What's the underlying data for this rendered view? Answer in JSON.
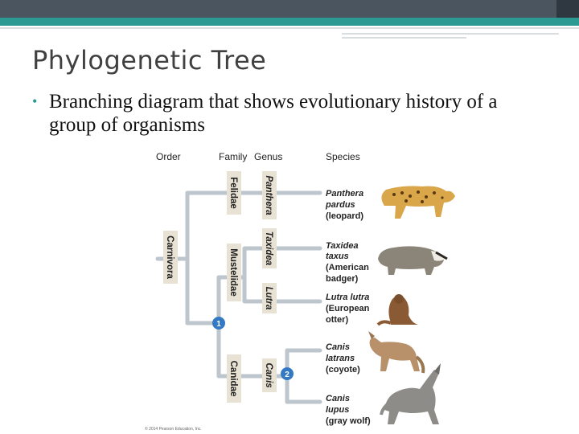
{
  "slide": {
    "title": "Phylogenetic Tree",
    "bullet": "Branching diagram that shows evolutionary history of a group of organisms"
  },
  "figure": {
    "headers": {
      "order": "Order",
      "family": "Family",
      "genus": "Genus",
      "species": "Species"
    },
    "order_label": "Carnivora",
    "families": [
      "Felidae",
      "Mustelidae",
      "Canidae"
    ],
    "genera": [
      "Panthera",
      "Taxidea",
      "Lutra",
      "Canis"
    ],
    "species": [
      {
        "italic": [
          "Panthera",
          "pardus"
        ],
        "common": "(leopard)"
      },
      {
        "italic": [
          "Taxidea",
          "taxus"
        ],
        "common": [
          "(American",
          "badger)"
        ]
      },
      {
        "italic": [
          "Lutra lutra"
        ],
        "common": [
          "(European",
          "otter)"
        ]
      },
      {
        "italic": [
          "Canis",
          "latrans"
        ],
        "common": "(coyote)"
      },
      {
        "italic": [
          "Canis",
          "lupus"
        ],
        "common": "(gray wolf)"
      }
    ],
    "nodes": [
      "1",
      "2"
    ],
    "copyright": "© 2014 Pearson Education, Inc.",
    "colors": {
      "branch": "#bcc6cc",
      "label_box": "#e8e2d4",
      "node": "#3479c4",
      "accent": "#2a9a93"
    }
  }
}
